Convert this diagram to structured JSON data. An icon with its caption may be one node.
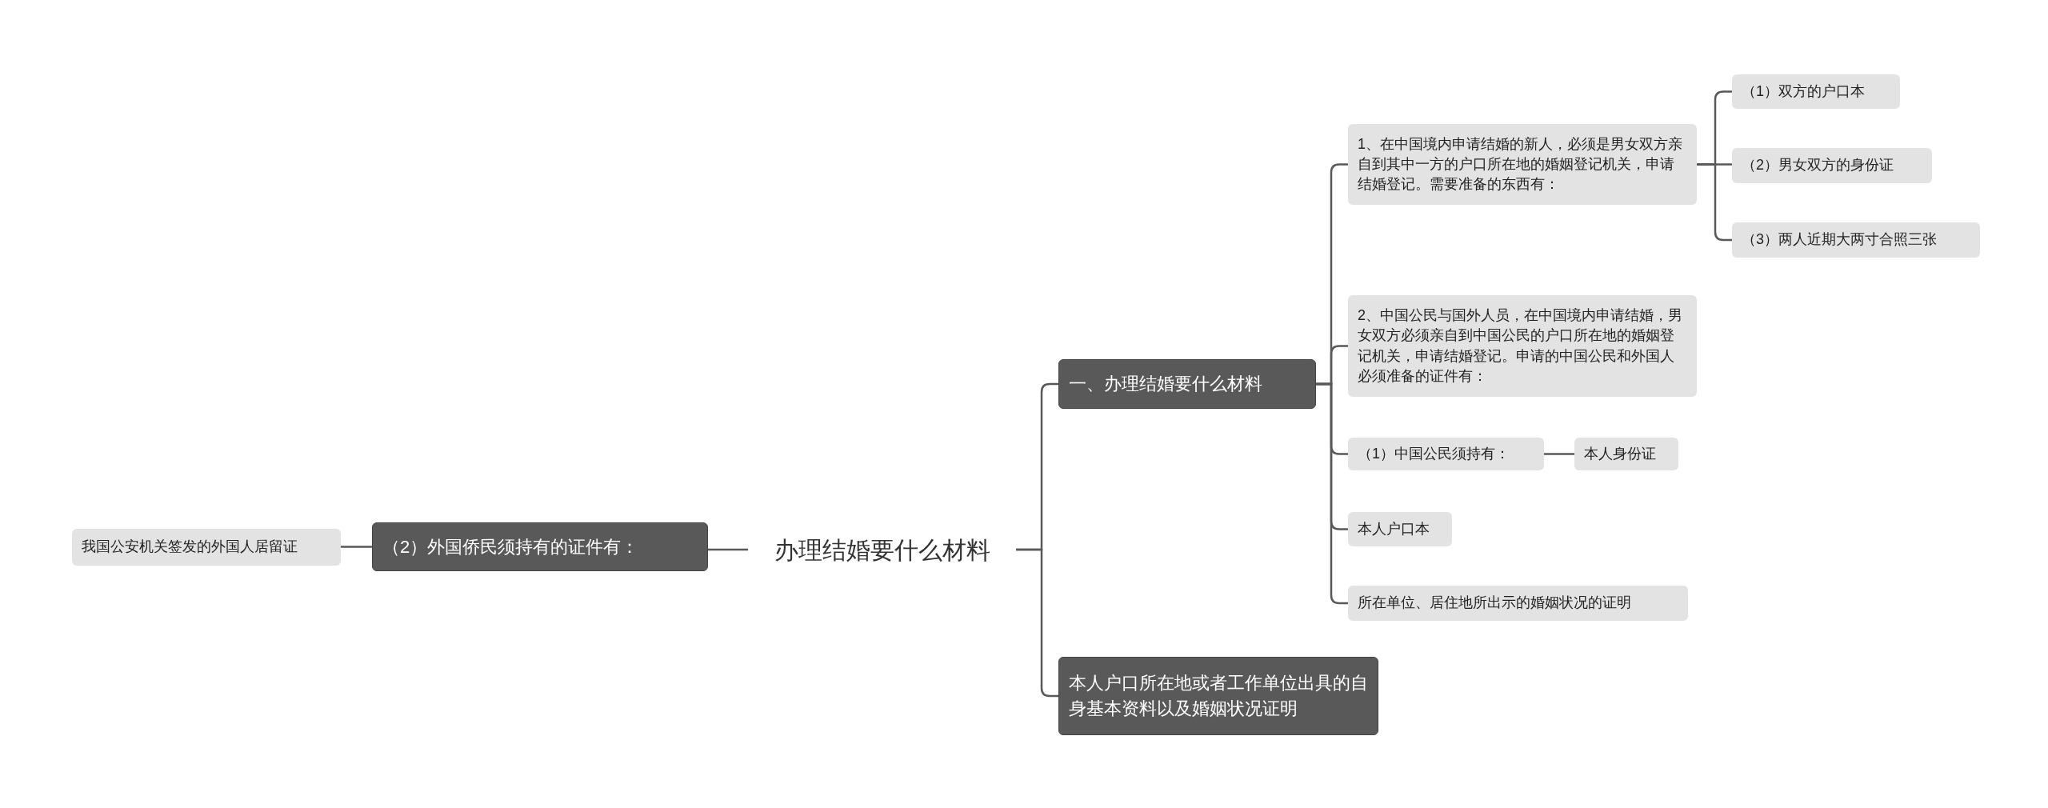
{
  "diagram": {
    "nodes": [
      {
        "text": [
          "办理结婚要什么材料"
        ]
      },
      {
        "text": [
          "（2）外国侨民须持有的证件有："
        ]
      },
      {
        "text": [
          "我国公安机关签发的外国人居留证"
        ]
      },
      {
        "text": [
          "一、办理结婚要什么材料"
        ]
      },
      {
        "text": [
          "1、在中国境内申请结婚的新人，必须是男女双方亲自到其中一方的户口所在地的婚姻登记机关，申请结婚登记。需要准备的东西有："
        ]
      },
      {
        "text": [
          "（1）双方的户口本"
        ]
      },
      {
        "text": [
          "（2）男女双方的身份证"
        ]
      },
      {
        "text": [
          "（3）两人近期大两寸合照三张"
        ]
      },
      {
        "text": [
          "2、中国公民与国外人员，在中国境内申请结婚，男女双方必须亲自到中国公民的户口所在地的婚姻登记机关，申请结婚登记。申请的中国公民和外国人必须准备的证件有："
        ]
      },
      {
        "text": [
          "（1）中国公民须持有："
        ]
      },
      {
        "text": [
          "本人身份证"
        ]
      },
      {
        "text": [
          "本人户口本"
        ]
      },
      {
        "text": [
          "所在单位、居住地所出示的婚姻状况的证明"
        ]
      },
      {
        "text": [
          "本人户口所在地或者工作单位出具的自身基本资料以及婚姻状况证明"
        ]
      }
    ],
    "edges": [
      {
        "from": 0,
        "to": 1,
        "arrow": "none"
      },
      {
        "from": 1,
        "to": 2,
        "arrow": "none"
      },
      {
        "from": 0,
        "to": 3,
        "arrow": "none"
      },
      {
        "from": 0,
        "to": 13,
        "arrow": "none"
      },
      {
        "from": 3,
        "to": 4,
        "arrow": "none"
      },
      {
        "from": 3,
        "to": 8,
        "arrow": "none"
      },
      {
        "from": 3,
        "to": 9,
        "arrow": "none"
      },
      {
        "from": 3,
        "to": 11,
        "arrow": "none"
      },
      {
        "from": 3,
        "to": 12,
        "arrow": "none"
      },
      {
        "from": 4,
        "to": 5,
        "arrow": "none"
      },
      {
        "from": 4,
        "to": 6,
        "arrow": "none"
      },
      {
        "from": 4,
        "to": 7,
        "arrow": "none"
      },
      {
        "from": 9,
        "to": 10,
        "arrow": "none"
      }
    ]
  }
}
